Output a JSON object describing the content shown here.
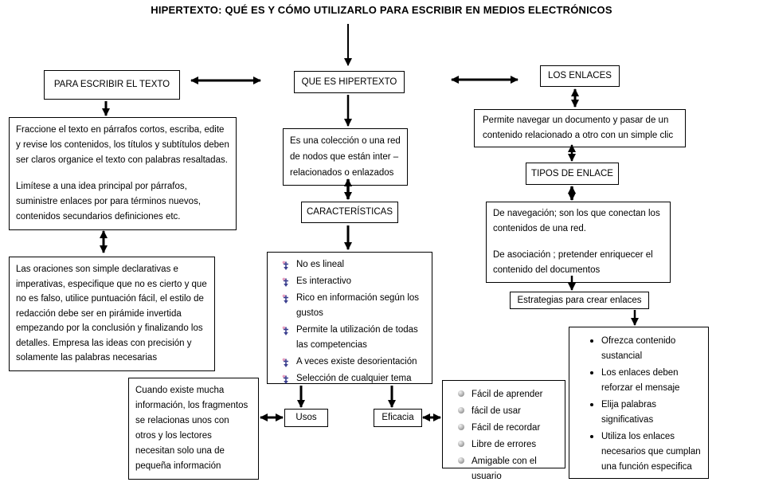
{
  "title": "HIPERTEXTO: QUÉ ES Y CÓMO UTILIZARLO PARA ESCRIBIR EN MEDIOS ELECTRÓNICOS",
  "colors": {
    "background": "#ffffff",
    "text": "#000000",
    "box_border": "#000000",
    "connector": "#000000",
    "characteristics_bullet_blue": "#3b3f8f",
    "characteristics_bullet_pink": "#e8a0c0",
    "sphere_bullet_gray": "#9a9a9a"
  },
  "icons": {
    "characteristics_bullet": "arrow-bullet",
    "eficacia_bullet": "sphere-bullet",
    "estrategias_bullet": "dot-bullet"
  },
  "nodes": {
    "para_escribir": {
      "label": "PARA ESCRIBIR EL TEXTO"
    },
    "que_es": {
      "label": "QUE ES HIPERTEXTO"
    },
    "los_enlaces": {
      "label": "LOS ENLACES"
    },
    "fraccione": {
      "p1": "Fraccione   el texto  en párrafos cortos, escriba, edite y revise los contenidos, los títulos y subtítulos deben ser claros  organice el texto con palabras resaltadas.",
      "p2": "Limítese a una idea principal por párrafos, suministre  enlaces por  para términos nuevos, contenidos secundarios  definiciones etc."
    },
    "oraciones": {
      "text": "Las oraciones son simple declarativas e imperativas,  especifique que no es cierto y que no es falso, utilice puntuación fácil,  el estilo de redacción debe ser en pirámide invertida empezando por la conclusión y finalizando los detalles. Empresa las ideas con precisión  y solamente  las palabras necesarias"
    },
    "cuando": {
      "text": "Cuando existe mucha información,  los fragmentos se relacionas unos con otros  y los lectores necesitan solo una de  pequeña información"
    },
    "definicion": {
      "text": "Es una colección o una red de nodos  que están inter – relacionados o enlazados"
    },
    "caracteristicas": {
      "label": "CARACTERÍSTICAS"
    },
    "caracteristicas_lista": {
      "items": [
        "No es lineal",
        "Es interactivo",
        "Rico en información según los gustos",
        "Permite la utilización de todas las competencias",
        "A veces existe desorientación",
        "Selección de cualquier tema"
      ]
    },
    "usos": {
      "label": "Usos"
    },
    "eficacia": {
      "label": "Eficacia"
    },
    "eficacia_lista": {
      "items": [
        "Fácil de aprender",
        "fácil de usar",
        "Fácil de recordar",
        "Libre de errores",
        "Amigable con el usuario"
      ]
    },
    "permite": {
      "text": "Permite navegar  un documento y pasar de un contenido relacionado a otro  con un simple clic"
    },
    "tipos": {
      "label": "TIPOS DE ENLACE"
    },
    "navegacion": {
      "p1": "De navegación;  son los que conectan  los contenidos de una red.",
      "p2": "De asociación ; pretender enriquecer el contenido del documentos"
    },
    "estrategias": {
      "label": "Estrategias para  crear enlaces"
    },
    "estrategias_lista": {
      "items": [
        "Ofrezca contenido sustancial",
        "Los enlaces deben reforzar el mensaje",
        "Elija palabras significativas",
        "Utiliza los enlaces necesarios que cumplan una función especifica"
      ]
    }
  }
}
